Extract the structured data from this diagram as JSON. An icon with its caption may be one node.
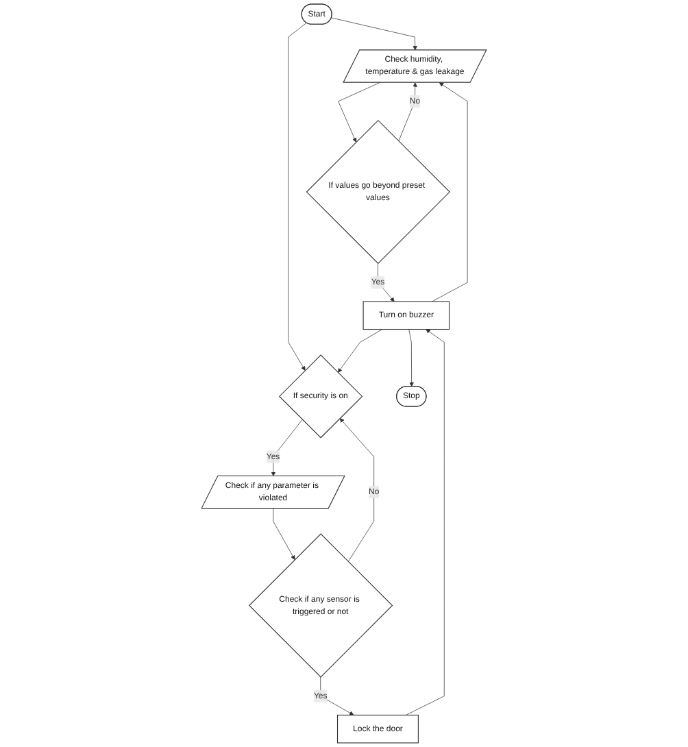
{
  "diagram": {
    "nodes": [
      {
        "text": [
          "Start"
        ]
      },
      {
        "text": [
          "Check humidity, temperature & gas leakage"
        ]
      },
      {
        "text": [
          "If values go beyond preset values"
        ]
      },
      {
        "text": [
          "If security is on"
        ]
      },
      {
        "text": [
          "Check if any parameter is violated"
        ]
      },
      {
        "text": [
          "Check if any sensor is triggered or not"
        ]
      },
      {
        "text": [
          "Lock the door"
        ]
      },
      {
        "text": [
          "Turn on buzzer"
        ]
      },
      {
        "text": [
          "Stop"
        ]
      }
    ],
    "edges": [
      {
        "from": 0,
        "to": 1,
        "arrow": "to"
      },
      {
        "from": 0,
        "to": 3,
        "arrow": "to"
      },
      {
        "from": 1,
        "to": 2,
        "arrow": "to"
      },
      {
        "from": 2,
        "to": 1,
        "label": "No",
        "arrow": "to"
      },
      {
        "from": 2,
        "to": 7,
        "label": "Yes",
        "arrow": "to"
      },
      {
        "from": 3,
        "to": 4,
        "label": "Yes",
        "arrow": "to"
      },
      {
        "from": 4,
        "to": 5,
        "arrow": "to"
      },
      {
        "from": 5,
        "to": 3,
        "label": "No",
        "arrow": "to"
      },
      {
        "from": 5,
        "to": 6,
        "label": "Yes",
        "arrow": "to"
      },
      {
        "from": 6,
        "to": 7,
        "arrow": "to"
      },
      {
        "from": 7,
        "to": 8,
        "arrow": "to"
      },
      {
        "from": 7,
        "to": 1,
        "arrow": "to"
      },
      {
        "from": 7,
        "to": 3,
        "arrow": "to"
      }
    ]
  }
}
